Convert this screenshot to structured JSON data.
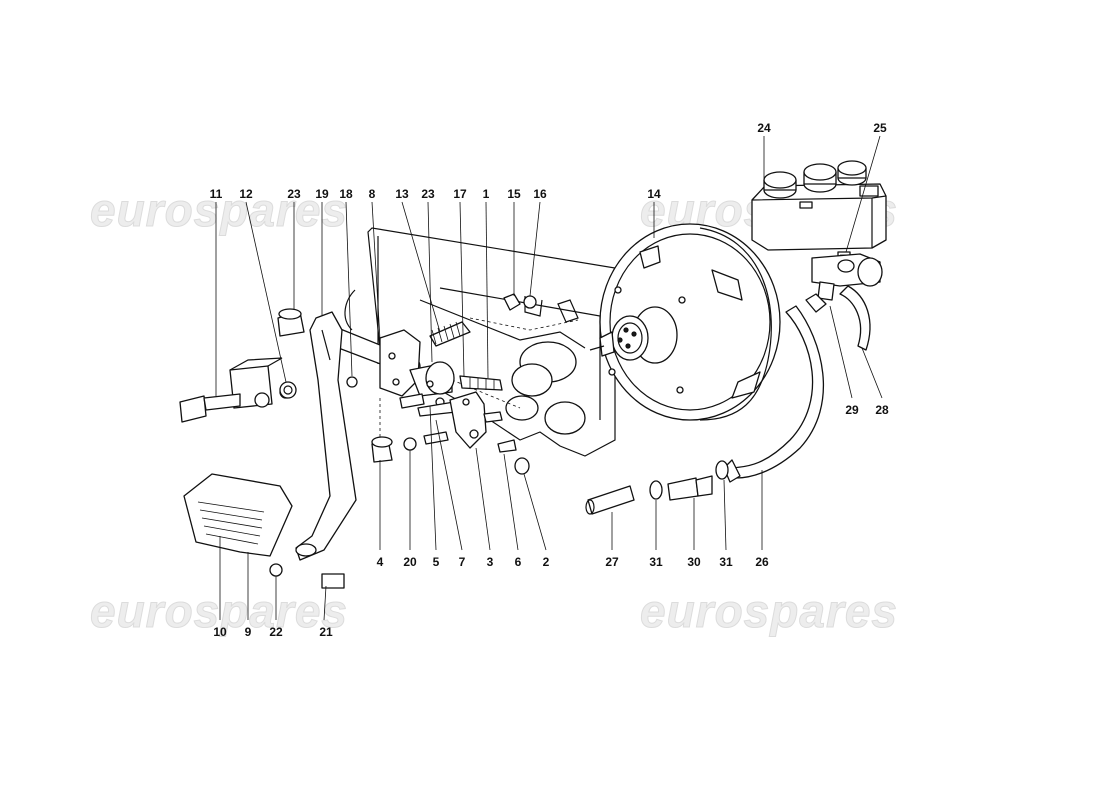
{
  "watermark": "eurospares",
  "labels": [
    "1",
    "2",
    "3",
    "4",
    "5",
    "6",
    "7",
    "8",
    "9",
    "10",
    "11",
    "12",
    "13",
    "14",
    "15",
    "16",
    "17",
    "18",
    "19",
    "20",
    "21",
    "22",
    "23",
    "23",
    "24",
    "25",
    "26",
    "27",
    "28",
    "29",
    "30",
    "31",
    "31"
  ]
}
